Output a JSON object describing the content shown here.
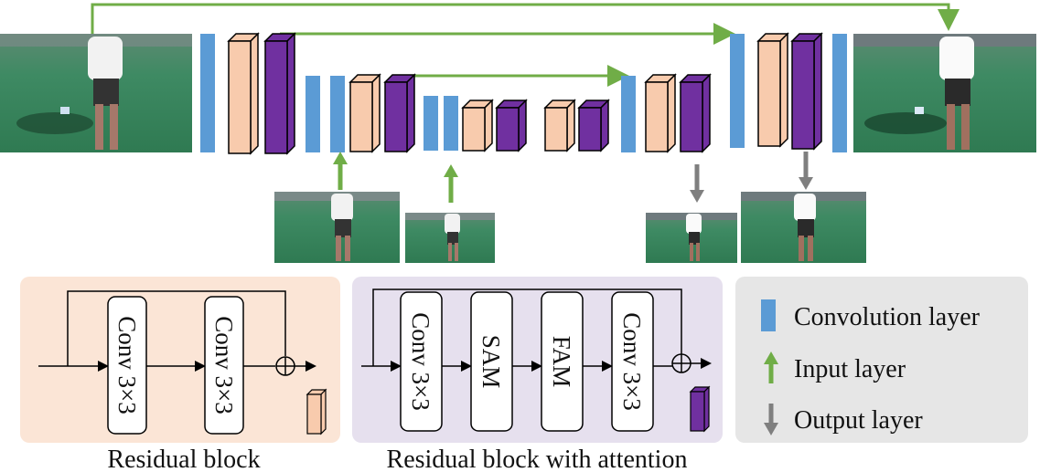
{
  "legend": {
    "convolution_label": "Convolution layer",
    "input_label": "Input layer",
    "output_label": "Output layer"
  },
  "residual_block": {
    "caption": "Residual block",
    "conv1_label": "Conv 3×3",
    "conv2_label": "Conv 3×3"
  },
  "attention_block": {
    "caption": "Residual block with attention",
    "conv1_label": "Conv 3×3",
    "sam_label": "SAM",
    "fam_label": "FAM",
    "conv2_label": "Conv 3×3"
  },
  "colors": {
    "convolution": "#5b9bd5",
    "residual_block": "#f8cbad",
    "attention_block": "#7030a0",
    "input_arrow": "#70ad47",
    "output_arrow": "#7f7f7f",
    "residual_panel_bg": "#fbe5d6",
    "attention_panel_bg": "#e6e0ee",
    "legend_panel_bg": "#e6e6e6"
  }
}
